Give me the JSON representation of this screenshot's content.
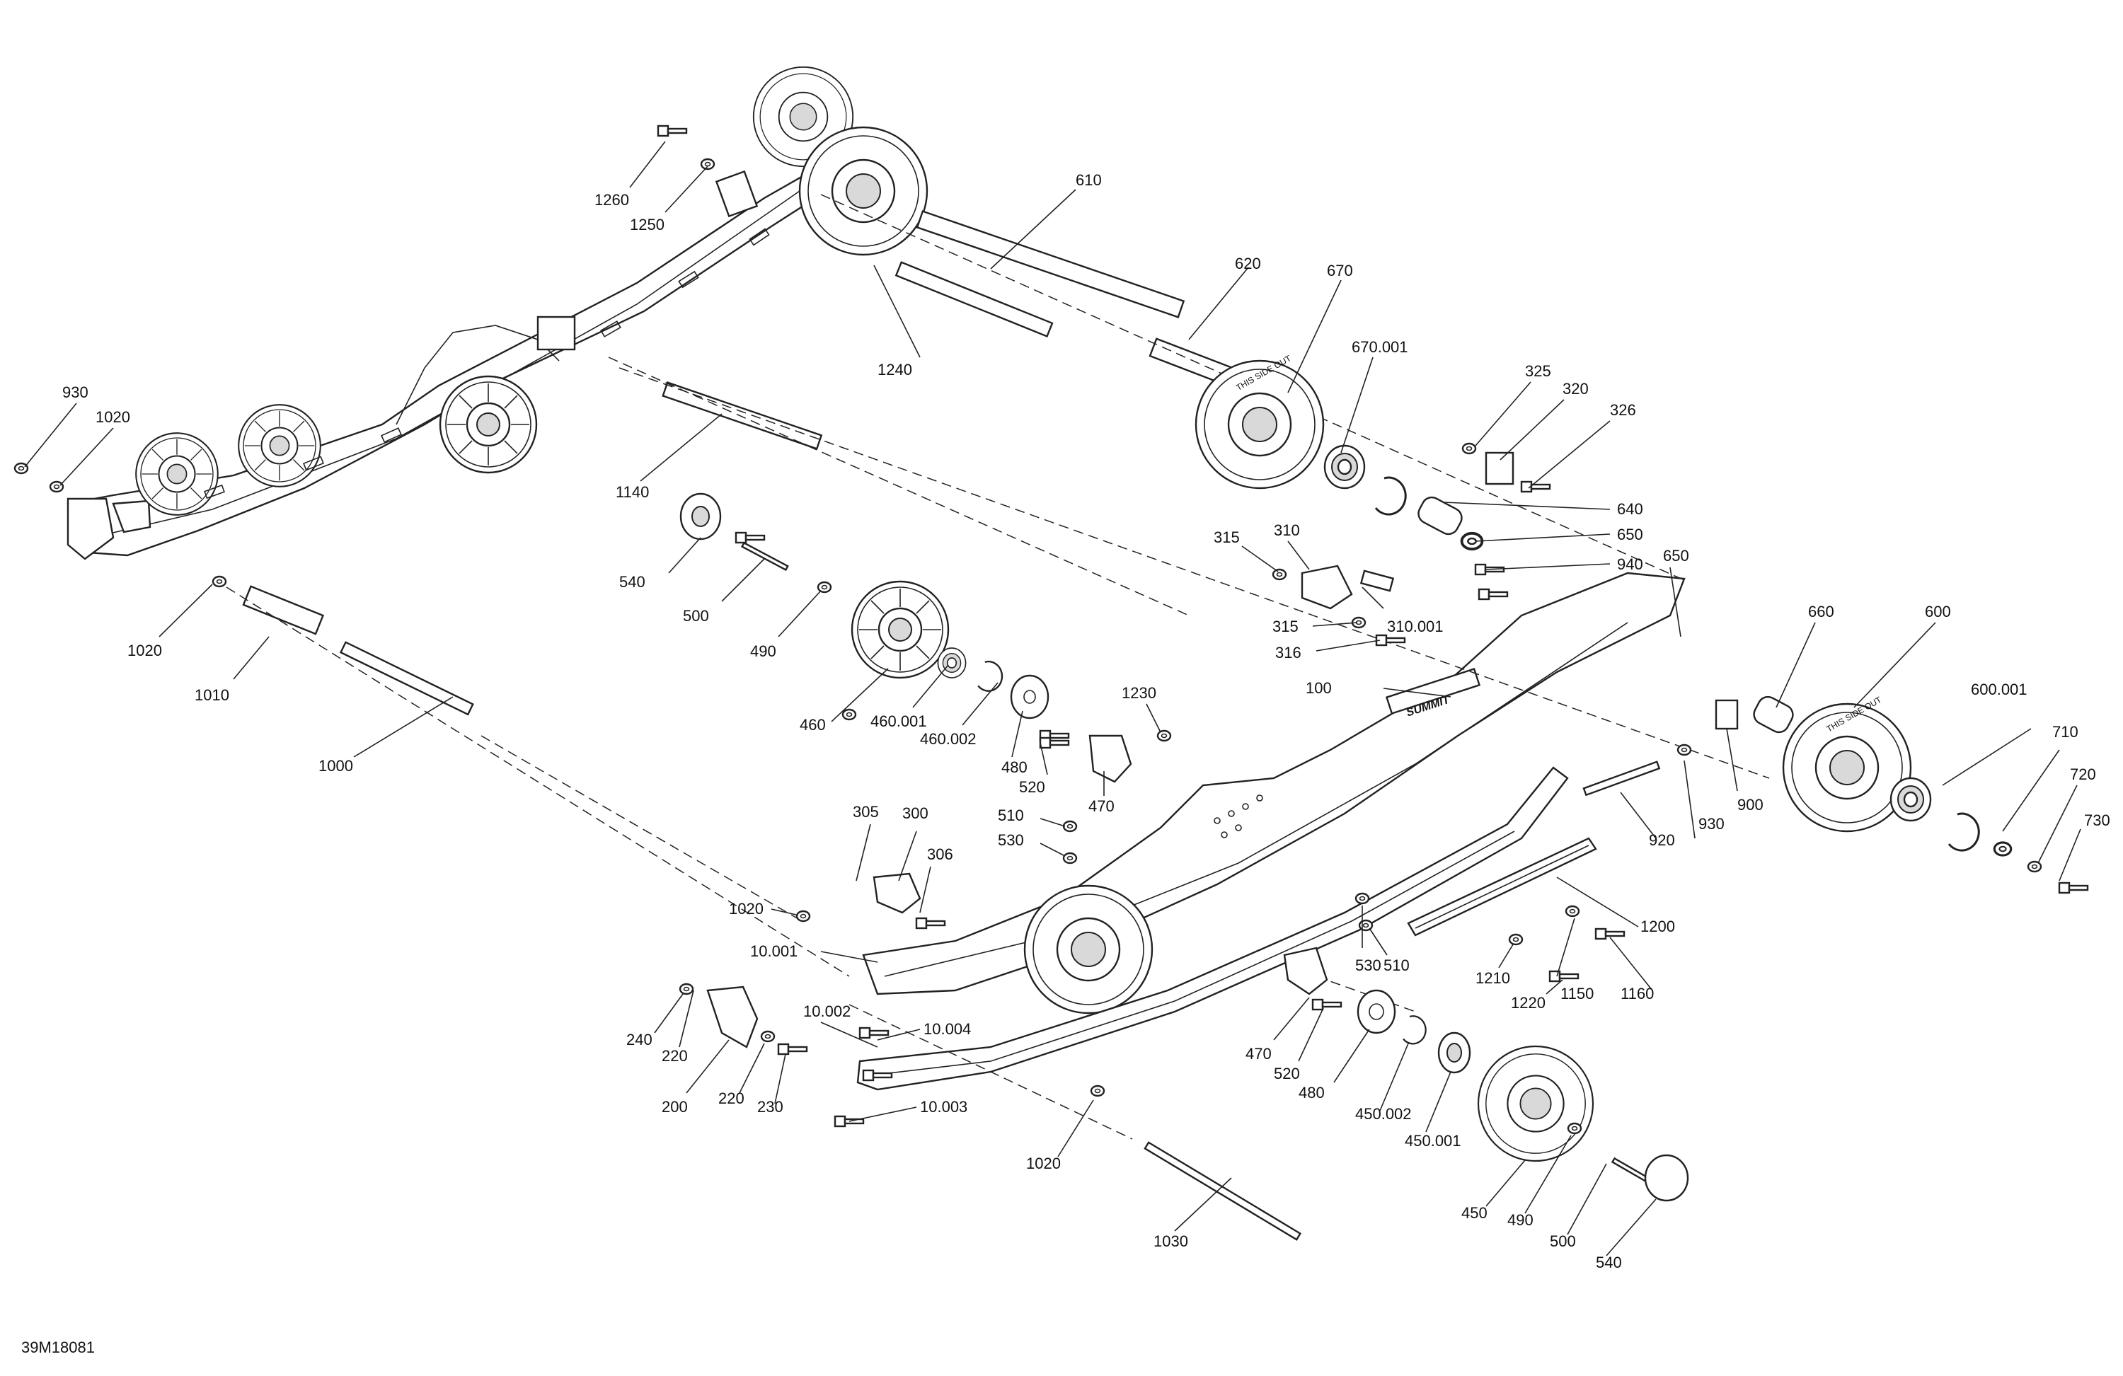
{
  "diagram_id": "39M18081",
  "rail_logo_text": "SUMMIT",
  "wheel_side_text": "THIS SIDE OUT",
  "callouts": [
    {
      "id": "930a",
      "text": "930"
    },
    {
      "id": "1020a",
      "text": "1020"
    },
    {
      "id": "1260",
      "text": "1260"
    },
    {
      "id": "1250",
      "text": "1250"
    },
    {
      "id": "610",
      "text": "610"
    },
    {
      "id": "620",
      "text": "620"
    },
    {
      "id": "670",
      "text": "670"
    },
    {
      "id": "670001",
      "text": "670.001"
    },
    {
      "id": "1240",
      "text": "1240"
    },
    {
      "id": "325",
      "text": "325"
    },
    {
      "id": "320",
      "text": "320"
    },
    {
      "id": "326",
      "text": "326"
    },
    {
      "id": "640",
      "text": "640"
    },
    {
      "id": "650a",
      "text": "650"
    },
    {
      "id": "940",
      "text": "940"
    },
    {
      "id": "315a",
      "text": "315"
    },
    {
      "id": "310",
      "text": "310"
    },
    {
      "id": "1140",
      "text": "1140"
    },
    {
      "id": "540a",
      "text": "540"
    },
    {
      "id": "500a",
      "text": "500"
    },
    {
      "id": "490a",
      "text": "490"
    },
    {
      "id": "310001",
      "text": "310.001"
    },
    {
      "id": "315b",
      "text": "315"
    },
    {
      "id": "316",
      "text": "316"
    },
    {
      "id": "650b",
      "text": "650"
    },
    {
      "id": "660",
      "text": "660"
    },
    {
      "id": "600",
      "text": "600"
    },
    {
      "id": "1020b",
      "text": "1020"
    },
    {
      "id": "1010",
      "text": "1010"
    },
    {
      "id": "460",
      "text": "460"
    },
    {
      "id": "460001",
      "text": "460.001"
    },
    {
      "id": "460002",
      "text": "460.002"
    },
    {
      "id": "100",
      "text": "100"
    },
    {
      "id": "1230",
      "text": "1230"
    },
    {
      "id": "600001",
      "text": "600.001"
    },
    {
      "id": "1000",
      "text": "1000"
    },
    {
      "id": "480a",
      "text": "480"
    },
    {
      "id": "520a",
      "text": "520"
    },
    {
      "id": "470a",
      "text": "470"
    },
    {
      "id": "710",
      "text": "710"
    },
    {
      "id": "720",
      "text": "720"
    },
    {
      "id": "730",
      "text": "730"
    },
    {
      "id": "305",
      "text": "305"
    },
    {
      "id": "300",
      "text": "300"
    },
    {
      "id": "306",
      "text": "306"
    },
    {
      "id": "510a",
      "text": "510"
    },
    {
      "id": "530a",
      "text": "530"
    },
    {
      "id": "920",
      "text": "920"
    },
    {
      "id": "930b",
      "text": "930"
    },
    {
      "id": "900",
      "text": "900"
    },
    {
      "id": "1020c",
      "text": "1020"
    },
    {
      "id": "1200",
      "text": "1200"
    },
    {
      "id": "10001",
      "text": "10.001"
    },
    {
      "id": "530b",
      "text": "530"
    },
    {
      "id": "510b",
      "text": "510"
    },
    {
      "id": "1210",
      "text": "1210"
    },
    {
      "id": "1150",
      "text": "1150"
    },
    {
      "id": "1160",
      "text": "1160"
    },
    {
      "id": "1220",
      "text": "1220"
    },
    {
      "id": "10002",
      "text": "10.002"
    },
    {
      "id": "10004",
      "text": "10.004"
    },
    {
      "id": "240",
      "text": "240"
    },
    {
      "id": "220a",
      "text": "220"
    },
    {
      "id": "470b",
      "text": "470"
    },
    {
      "id": "520b",
      "text": "520"
    },
    {
      "id": "480b",
      "text": "480"
    },
    {
      "id": "450002",
      "text": "450.002"
    },
    {
      "id": "450001",
      "text": "450.001"
    },
    {
      "id": "200",
      "text": "200"
    },
    {
      "id": "220b",
      "text": "220"
    },
    {
      "id": "230",
      "text": "230"
    },
    {
      "id": "10003",
      "text": "10.003"
    },
    {
      "id": "1020d",
      "text": "1020"
    },
    {
      "id": "450",
      "text": "450"
    },
    {
      "id": "490b",
      "text": "490"
    },
    {
      "id": "500b",
      "text": "500"
    },
    {
      "id": "540b",
      "text": "540"
    },
    {
      "id": "1030",
      "text": "1030"
    }
  ]
}
